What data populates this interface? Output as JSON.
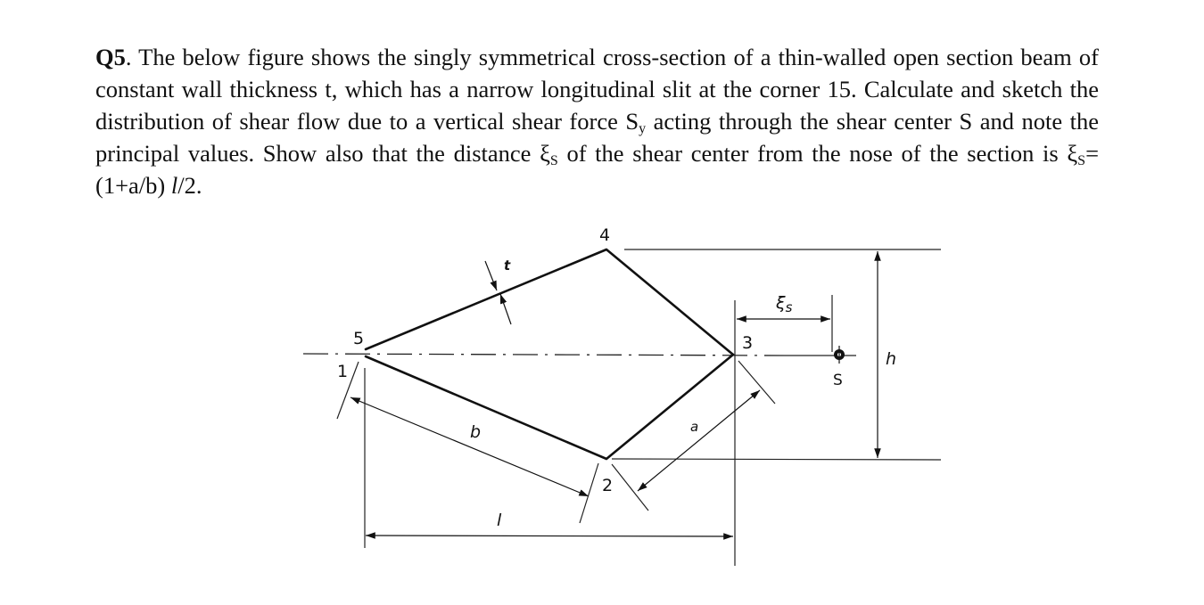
{
  "question": {
    "number": "Q5",
    "text_part1": ". The below figure shows the singly symmetrical cross-section of a thin-walled open section beam of constant wall thickness t, which has a narrow longitudinal slit at the corner 15. Calculate and sketch the distribution of shear flow due to a vertical shear force S",
    "shear_sub": "y",
    "text_part2": " acting through the shear center S and note the principal values. Show also that the distance ",
    "xi_symbol": "ξ",
    "xi_sub": "S",
    "text_part3": " of the shear center from the nose of the section is ",
    "formula_xi": "ξ",
    "formula_sub": "S",
    "formula_eq": "= (1+a/b) ",
    "formula_l": "l",
    "formula_end": "/2."
  },
  "figure": {
    "node_labels": {
      "n1": "1",
      "n2": "2",
      "n3": "3",
      "n4": "4",
      "n5": "5"
    },
    "dimension_labels": {
      "thickness": "t",
      "side_b": "b",
      "side_a": "a",
      "length": "l",
      "height": "h",
      "xi_s": "ξ",
      "xi_s_sub": "s",
      "shear_center": "S"
    }
  }
}
